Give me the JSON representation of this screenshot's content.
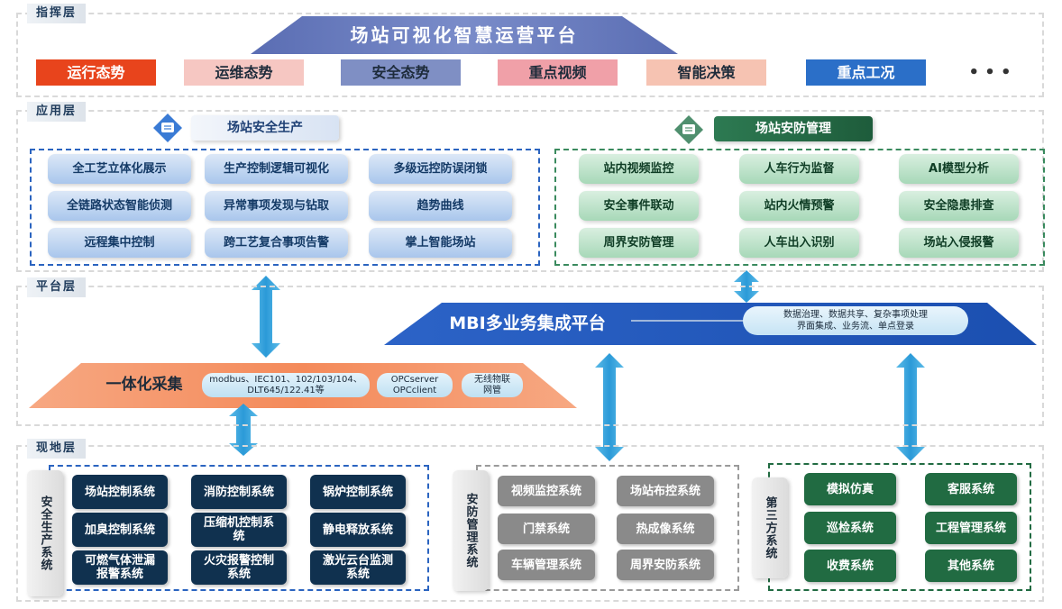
{
  "layers": {
    "command": "指挥层",
    "application": "应用层",
    "platform": "平台层",
    "field": "现地层"
  },
  "command_layer": {
    "title": "场站可视化智慧运营平台",
    "buttons": [
      "运行态势",
      "运维态势",
      "安全态势",
      "重点视频",
      "智能决策",
      "重点工况"
    ],
    "more": "• • •"
  },
  "application_layer": {
    "safety_production": {
      "title": "场站安全生产",
      "items": [
        "全工艺立体化展示",
        "生产控制逻辑可视化",
        "多级远控防误闭锁",
        "全链路状态智能侦测",
        "异常事项发现与钻取",
        "趋势曲线",
        "远程集中控制",
        "跨工艺复合事项告警",
        "掌上智能场站"
      ]
    },
    "security_management": {
      "title": "场站安防管理",
      "items": [
        "站内视频监控",
        "人车行为监督",
        "AI模型分析",
        "安全事件联动",
        "站内火情预警",
        "安全隐患排查",
        "周界安防管理",
        "人车出入识别",
        "场站入侵报警"
      ]
    }
  },
  "platform_layer": {
    "mbi_title": "MBI多业务集成平台",
    "mbi_features_line1": "数据治理、数据共享、复杂事项处理",
    "mbi_features_line2": "界面集成、业务流、单点登录",
    "acquisition_title": "一体化采集",
    "protocols_line1": "modbus、IEC101、102/103/104、",
    "protocols_line2": "DLT645/122.41等",
    "opc_line1": "OPCserver",
    "opc_line2": "OPCclient",
    "iot_line1": "无线物联",
    "iot_line2": "网管"
  },
  "field_layer": {
    "safety_systems": {
      "title": "安全生产系统",
      "items": [
        "场站控制系统",
        "消防控制系统",
        "锅炉控制系统",
        "加臭控制系统",
        "压缩机控制系统",
        "静电释放系统",
        "可燃气体泄漏报警系统",
        "火灾报警控制系统",
        "激光云台监测系统"
      ]
    },
    "security_systems": {
      "title": "安防管理系统",
      "items": [
        "视频监控系统",
        "场站布控系统",
        "门禁系统",
        "热成像系统",
        "车辆管理系统",
        "周界安防系统"
      ]
    },
    "third_party": {
      "title": "第三方系统",
      "items": [
        "模拟仿真",
        "客服系统",
        "巡检系统",
        "工程管理系统",
        "收费系统",
        "其他系统"
      ]
    }
  },
  "colors": {
    "red": "#e8441c",
    "pink_light": "#f6c7c2",
    "blue_slate": "#7f8fc4",
    "pink": "#f0a0a8",
    "peach": "#f6c3b2",
    "blue": "#2b6fc8",
    "navy": "#10314f",
    "green": "#216b42",
    "arrow": "#3ea6de"
  }
}
